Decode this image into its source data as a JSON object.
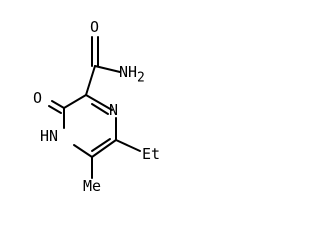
{
  "molecule": {
    "labels": {
      "carbonyl_oxygen_amide": "O",
      "amide_nitrogen": "NH",
      "amide_h_subscript": "2",
      "ring_nitrogen_top": "N",
      "ring_carbonyl_oxygen": "O",
      "ring_nh": "HN",
      "ethyl": "Et",
      "methyl": "Me"
    },
    "bond_color": "#000000",
    "label_color": "#000000"
  }
}
